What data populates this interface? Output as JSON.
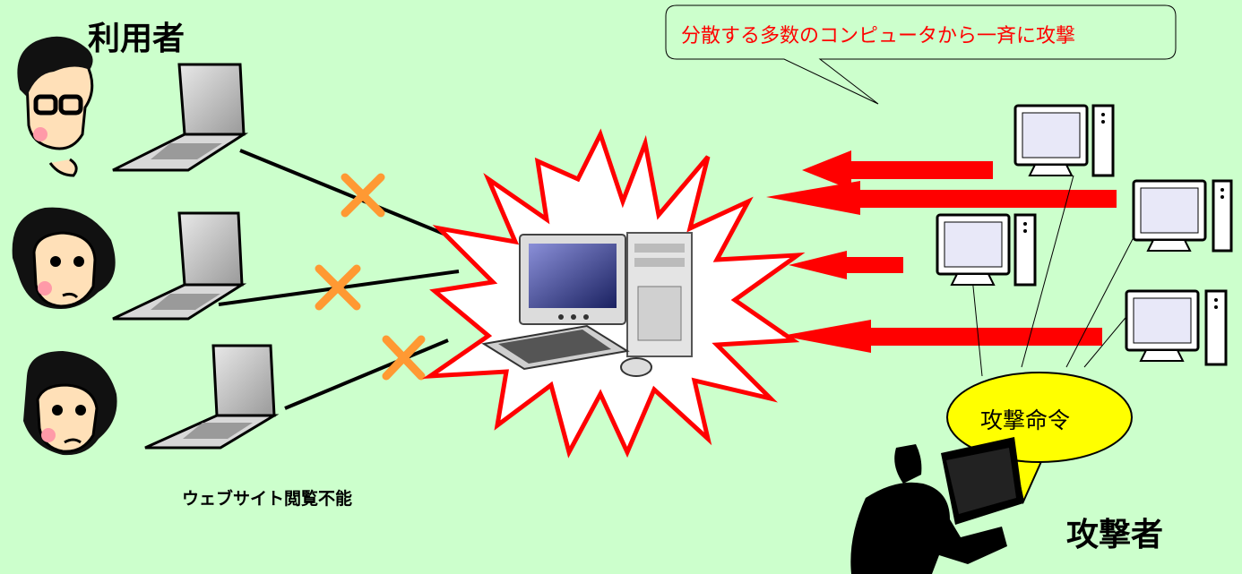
{
  "labels": {
    "users_title": "利用者",
    "attacker_title": "攻撃者",
    "site_unavailable": "ウェブサイト閲覧不能",
    "callout": "分散する多数のコンピュータから一斉に攻撃",
    "attack_command": "攻撃命令"
  },
  "colors": {
    "background": "#ccffcc",
    "attack_arrow": "#ff0000",
    "burst_outline": "#ff0000",
    "blocked_mark": "#ff9933",
    "command_bubble": "#ffff00",
    "callout_text": "#ff0000"
  },
  "icons": [
    "person-face-icon",
    "laptop-icon",
    "blocked-x-icon",
    "server-computer-icon",
    "zombie-pc-icon",
    "attacker-silhouette-icon"
  ]
}
